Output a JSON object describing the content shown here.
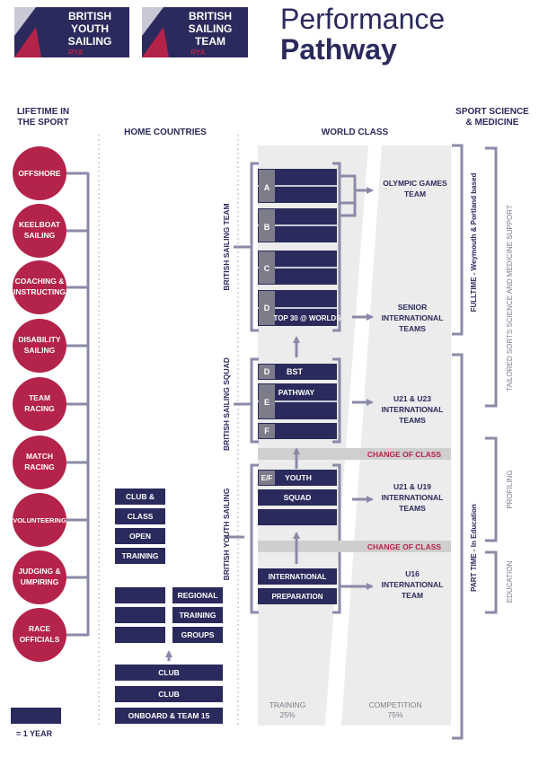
{
  "logos": {
    "youth_logo": {
      "line1": "BRITISH",
      "line2": "YOUTH",
      "line3": "SAILING",
      "badge": "RYA"
    },
    "team_logo": {
      "line1": "BRITISH",
      "line2": "SAILING",
      "line3": "TEAM",
      "badge": "RYA"
    }
  },
  "title": {
    "line1": "Performance",
    "line2": "Pathway"
  },
  "headers": {
    "lifetime_line1": "LIFETIME IN",
    "lifetime_line2": "THE SPORT",
    "home": "HOME COUNTRIES",
    "world": "WORLD CLASS",
    "sport_line1": "SPORT SCIENCE",
    "sport_line2": "& MEDICINE"
  },
  "lifetime_circles": [
    {
      "line1": "OFFSHORE",
      "line2": ""
    },
    {
      "line1": "KEELBOAT",
      "line2": "SAILING"
    },
    {
      "line1": "COACHING &",
      "line2": "INSTRUCTING"
    },
    {
      "line1": "DISABILITY",
      "line2": "SAILING"
    },
    {
      "line1": "TEAM",
      "line2": "RACING"
    },
    {
      "line1": "MATCH",
      "line2": "RACING"
    },
    {
      "line1": "VOLUNTEERING",
      "line2": ""
    },
    {
      "line1": "JUDGING &",
      "line2": "UMPIRING"
    },
    {
      "line1": "RACE",
      "line2": "OFFICIALS"
    }
  ],
  "home_blocks": {
    "col1": [
      "CLUB &",
      "CLASS",
      "OPEN",
      "TRAINING",
      "",
      ""
    ],
    "col2": [
      "REGIONAL",
      "TRAINING",
      "GROUPS"
    ],
    "bottom": [
      "CLUB",
      "CLUB",
      "ONBOARD & TEAM 15"
    ]
  },
  "group_labels": {
    "team": "BRITISH SAILING TEAM",
    "squad": "BRITISH SAILING SQUAD",
    "youth": "BRITISH YOUTH SAILING"
  },
  "team_blocks": {
    "a": "A",
    "b": "B",
    "c": "C",
    "d": "D",
    "top30": "TOP 30 @ WORLDS"
  },
  "squad_blocks": {
    "d": "D",
    "bst": "BST",
    "pathway": "PATHWAY",
    "e": "E",
    "f": "F"
  },
  "youth_blocks": {
    "ef": "E/F",
    "youth": "YOUTH",
    "squad": "SQUAD",
    "international": "INTERNATIONAL",
    "preparation": "PREPARATION"
  },
  "change_of_class": "CHANGE OF CLASS",
  "outcomes": {
    "olympic": {
      "line1": "OLYMPIC GAMES",
      "line2": "TEAM"
    },
    "senior": {
      "line1": "SENIOR",
      "line2": "INTERNATIONAL",
      "line3": "TEAMS"
    },
    "u21_u23": {
      "line1": "U21 & U23",
      "line2": "INTERNATIONAL",
      "line3": "TEAMS"
    },
    "u21_u19": {
      "line1": "U21 & U19",
      "line2": "INTERNATIONAL",
      "line3": "TEAMS"
    },
    "u16": {
      "line1": "U16",
      "line2": "INTERNATIONAL",
      "line3": "TEAM"
    }
  },
  "ratios": {
    "training_label": "TRAINING",
    "training_pct": "25%",
    "competition_label": "COMPETITION",
    "competition_pct": "75%"
  },
  "side_labels": {
    "fulltime": "FULLTIME - Weymouth & Portland based",
    "tailored": "TAILORED SORTS SCIENCE AND MEDICINE SUPPORT",
    "parttime": "PART TIME - In Education",
    "profiling": "PROFILING",
    "education": "EDUCATION"
  },
  "legend": {
    "label": "= 1 YEAR"
  },
  "colors": {
    "navy": "#2b2a5c",
    "crimson": "#b4234a",
    "slate": "#8a8aa8",
    "light_gray": "#ececec"
  }
}
